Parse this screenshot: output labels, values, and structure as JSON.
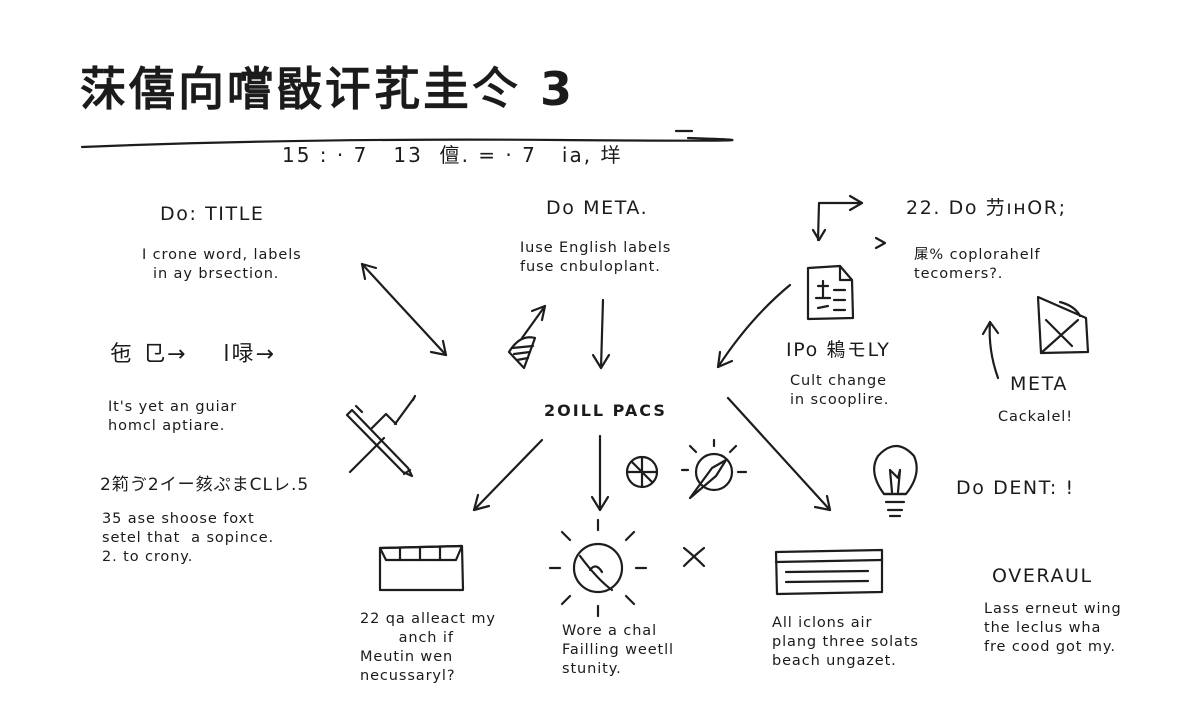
{
  "header": {
    "title": "莯僖向嚐敯讦芤圭仒 3",
    "subtitle": "15 : · 7   13  儃. = · 7   ia, 垟"
  },
  "center_label": "2OILL PACS",
  "nodes": {
    "do_title": {
      "heading": "Do: TITLE",
      "text": "I crone word, labels\n  in ay brsection."
    },
    "do_meta": {
      "heading": "Do META.",
      "text": "Iuse English labels\nfuse cnbuloplant."
    },
    "do_22": {
      "heading": "22. Do 芀ıʜOR;",
      "text": "㞖% coplorahelf\ntecomers?."
    },
    "glyph_row": {
      "text": "㐌 㔾→    ⅼ㖨→"
    },
    "guiar": {
      "text": "It's yet an guiar\nhomcl aptiare."
    },
    "ipo": {
      "heading": "IPo 鴸モLY",
      "text": "Cult change\nin scooplire."
    },
    "meta_right": {
      "heading": "META",
      "text": "Cackalel!"
    },
    "cjk_25": {
      "heading": "2筣ゔ2イー㚊ぷまCLレ.5",
      "text": "35 ase shoose foxt\nsetel that  a sopince.\n2. to crony."
    },
    "do_dent": {
      "heading": "Do DENT: !"
    },
    "overaul": {
      "heading": "OVERAUL",
      "text": "Lass erneut wing\nthe leclus wha\nfre cood got my."
    },
    "box_22": {
      "text": "22 qa alleact my\n       anch if\nMeutin wen\nnecussaryl?"
    },
    "wore": {
      "text": "Wore a chal\nFailling weetll\nstunity."
    },
    "icons_air": {
      "text": "All iclons air\nplang three solats\nbeach ungazet."
    }
  },
  "icons": [
    "pencil-icon",
    "document-icon",
    "lightbulb-icon",
    "crossed-box-icon",
    "open-box-icon",
    "sun-icon",
    "compass-icon",
    "disc-icon",
    "sparkle-icon",
    "window-icon",
    "cone-icon"
  ]
}
